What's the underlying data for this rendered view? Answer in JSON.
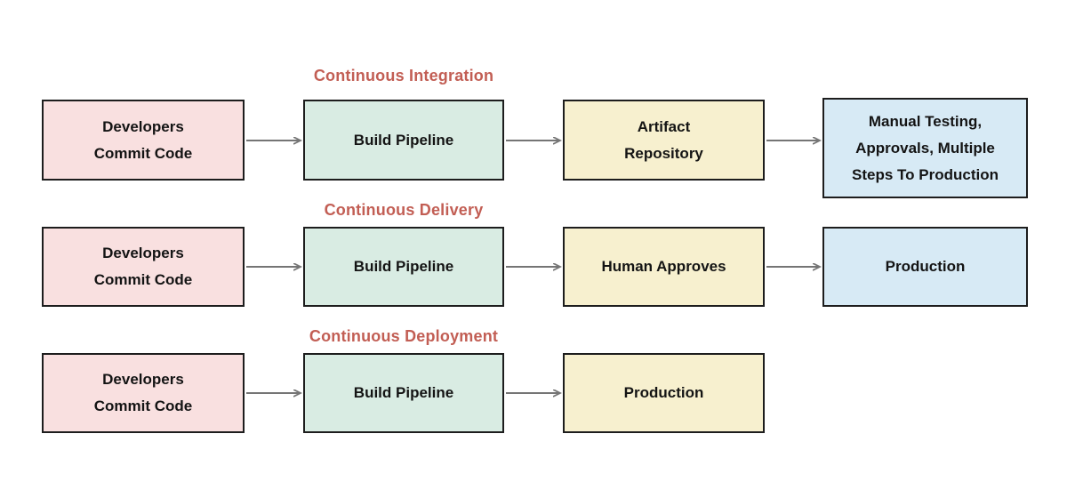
{
  "diagram": {
    "colors": {
      "box_pink": "#f9e0e0",
      "box_green": "#d9ece3",
      "box_yellow": "#f7f0cf",
      "box_blue": "#d7eaf5",
      "box_border": "#1d1d1d",
      "arrow": "#757575",
      "title": "#c25e54"
    },
    "rows": [
      {
        "title": "Continuous Integration",
        "boxes": [
          {
            "lines": [
              "Developers",
              "Commit Code"
            ]
          },
          {
            "lines": [
              "Build Pipeline"
            ]
          },
          {
            "lines": [
              "Artifact",
              "Repository"
            ]
          },
          {
            "lines": [
              "Manual Testing,",
              "Approvals, Multiple",
              "Steps To Production"
            ]
          }
        ]
      },
      {
        "title": "Continuous Delivery",
        "boxes": [
          {
            "lines": [
              "Developers",
              "Commit Code"
            ]
          },
          {
            "lines": [
              "Build Pipeline"
            ]
          },
          {
            "lines": [
              "Human Approves"
            ]
          },
          {
            "lines": [
              "Production"
            ]
          }
        ]
      },
      {
        "title": "Continuous Deployment",
        "boxes": [
          {
            "lines": [
              "Developers",
              "Commit Code"
            ]
          },
          {
            "lines": [
              "Build Pipeline"
            ]
          },
          {
            "lines": [
              "Production"
            ]
          }
        ]
      }
    ]
  }
}
